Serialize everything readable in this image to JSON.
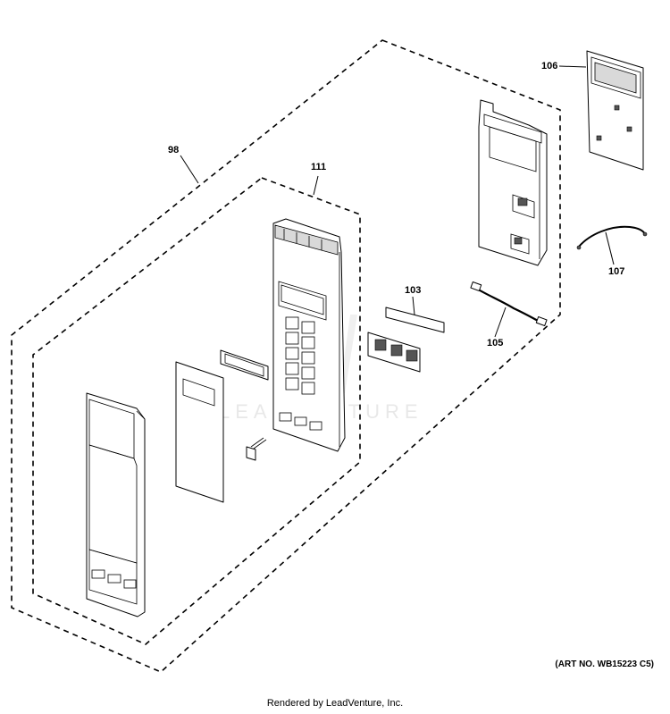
{
  "callouts": {
    "c98": "98",
    "c111": "111",
    "c103": "103",
    "c105": "105",
    "c106": "106",
    "c107": "107"
  },
  "watermark": "LEADVENTURE",
  "art_number": "(ART NO. WB15223 C5)",
  "footer": "Rendered by LeadVenture, Inc."
}
